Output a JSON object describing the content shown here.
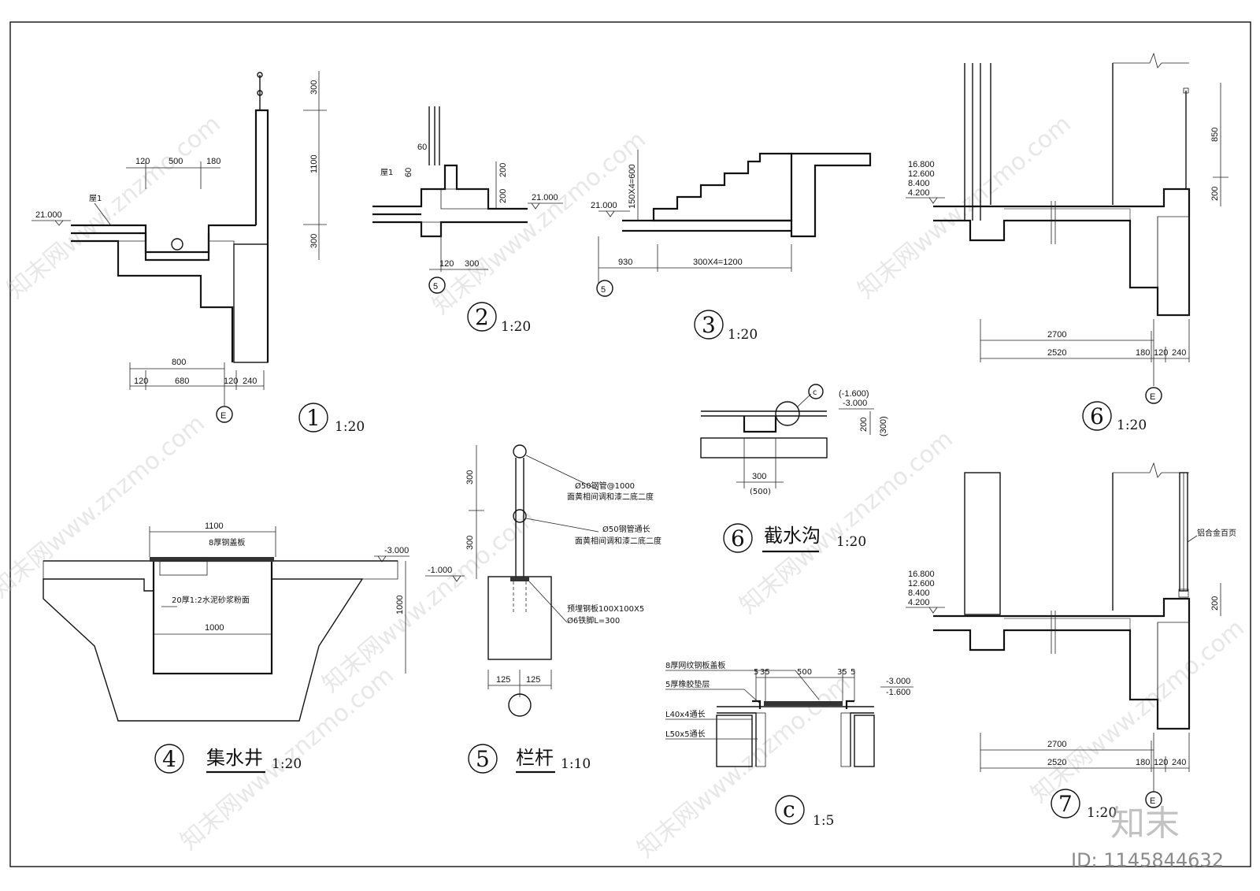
{
  "sheet": {
    "watermark": "知末网www.znzmo.com",
    "logo": "知末",
    "id_label": "ID: 1145844632"
  },
  "detail1": {
    "index": "1",
    "scale": "1:20",
    "elev": "21.000",
    "layer": "屋1",
    "dims_top": [
      "120",
      "500",
      "180"
    ],
    "dims_bottom_total": "800",
    "dims_bottom": [
      "120",
      "680",
      "120",
      "240"
    ],
    "dims_right": [
      "300",
      "1100",
      "300"
    ],
    "axis": "E"
  },
  "detail2": {
    "index": "2",
    "scale": "1:20",
    "elev": "21.000",
    "layer": "屋1",
    "dims": [
      "60",
      "60",
      "200",
      "200",
      "120",
      "300"
    ],
    "ref": "5"
  },
  "detail3": {
    "index": "3",
    "scale": "1:20",
    "elev": "21.000",
    "dim_riser": "150X4=600",
    "dim_a": "930",
    "dim_b": "300X4=1200",
    "ref": "5"
  },
  "detail4": {
    "index": "4",
    "title": "集水井",
    "scale": "1:20",
    "dim_top": "1100",
    "cover": "8厚钢盖板",
    "elev": "-3.000",
    "dim_right": "1000",
    "finish": "20厚1:2水泥砂浆粉面",
    "dim_inner": "1000"
  },
  "detail5": {
    "index": "5",
    "title": "栏杆",
    "scale": "1:10",
    "note1": "Ø50钢管@1000",
    "note1b": "面黄相间调和漆二底二度",
    "note2": "Ø50钢管通长",
    "note2b": "面黄相间调和漆二底二度",
    "note3": "预埋钢板100X100X5",
    "note3b": "Ø6铁脚L=300",
    "elev": "-1.000",
    "dims_v": [
      "300",
      "300"
    ],
    "dims_h": [
      "125",
      "125"
    ]
  },
  "detail6a": {
    "index": "6",
    "title": "截水沟",
    "scale": "1:20",
    "elev1": "(-1.600)",
    "elev2": "-3.000",
    "dim_v": "200",
    "dim_v2": "(300)",
    "dim_h": "300",
    "dim_h2": "(500)",
    "ref": "c"
  },
  "detailC": {
    "index": "c",
    "scale": "1:5",
    "note1": "8厚网纹钢板盖板",
    "note2": "5厚橡胶垫层",
    "note3": "L40x4通长",
    "note4": "L50x5通长",
    "dims": [
      "5",
      "35",
      "500",
      "35",
      "5"
    ],
    "elev1": "-3.000",
    "elev2": "-1.600"
  },
  "detail6": {
    "index": "6",
    "scale": "1:20",
    "elevs": [
      "16.800",
      "12.600",
      "8.400",
      "4.200"
    ],
    "dims_right": [
      "850",
      "200"
    ],
    "dim_total": "2700",
    "dims_bottom": [
      "2520",
      "180",
      "120",
      "240"
    ],
    "axis": "E"
  },
  "detail7": {
    "index": "7",
    "scale": "1:20",
    "elevs": [
      "16.800",
      "12.600",
      "8.400",
      "4.200"
    ],
    "note": "铝合金百页",
    "dim_right": "200",
    "dim_total": "2700",
    "dims_bottom": [
      "2520",
      "180",
      "120",
      "240"
    ],
    "axis": "E"
  }
}
